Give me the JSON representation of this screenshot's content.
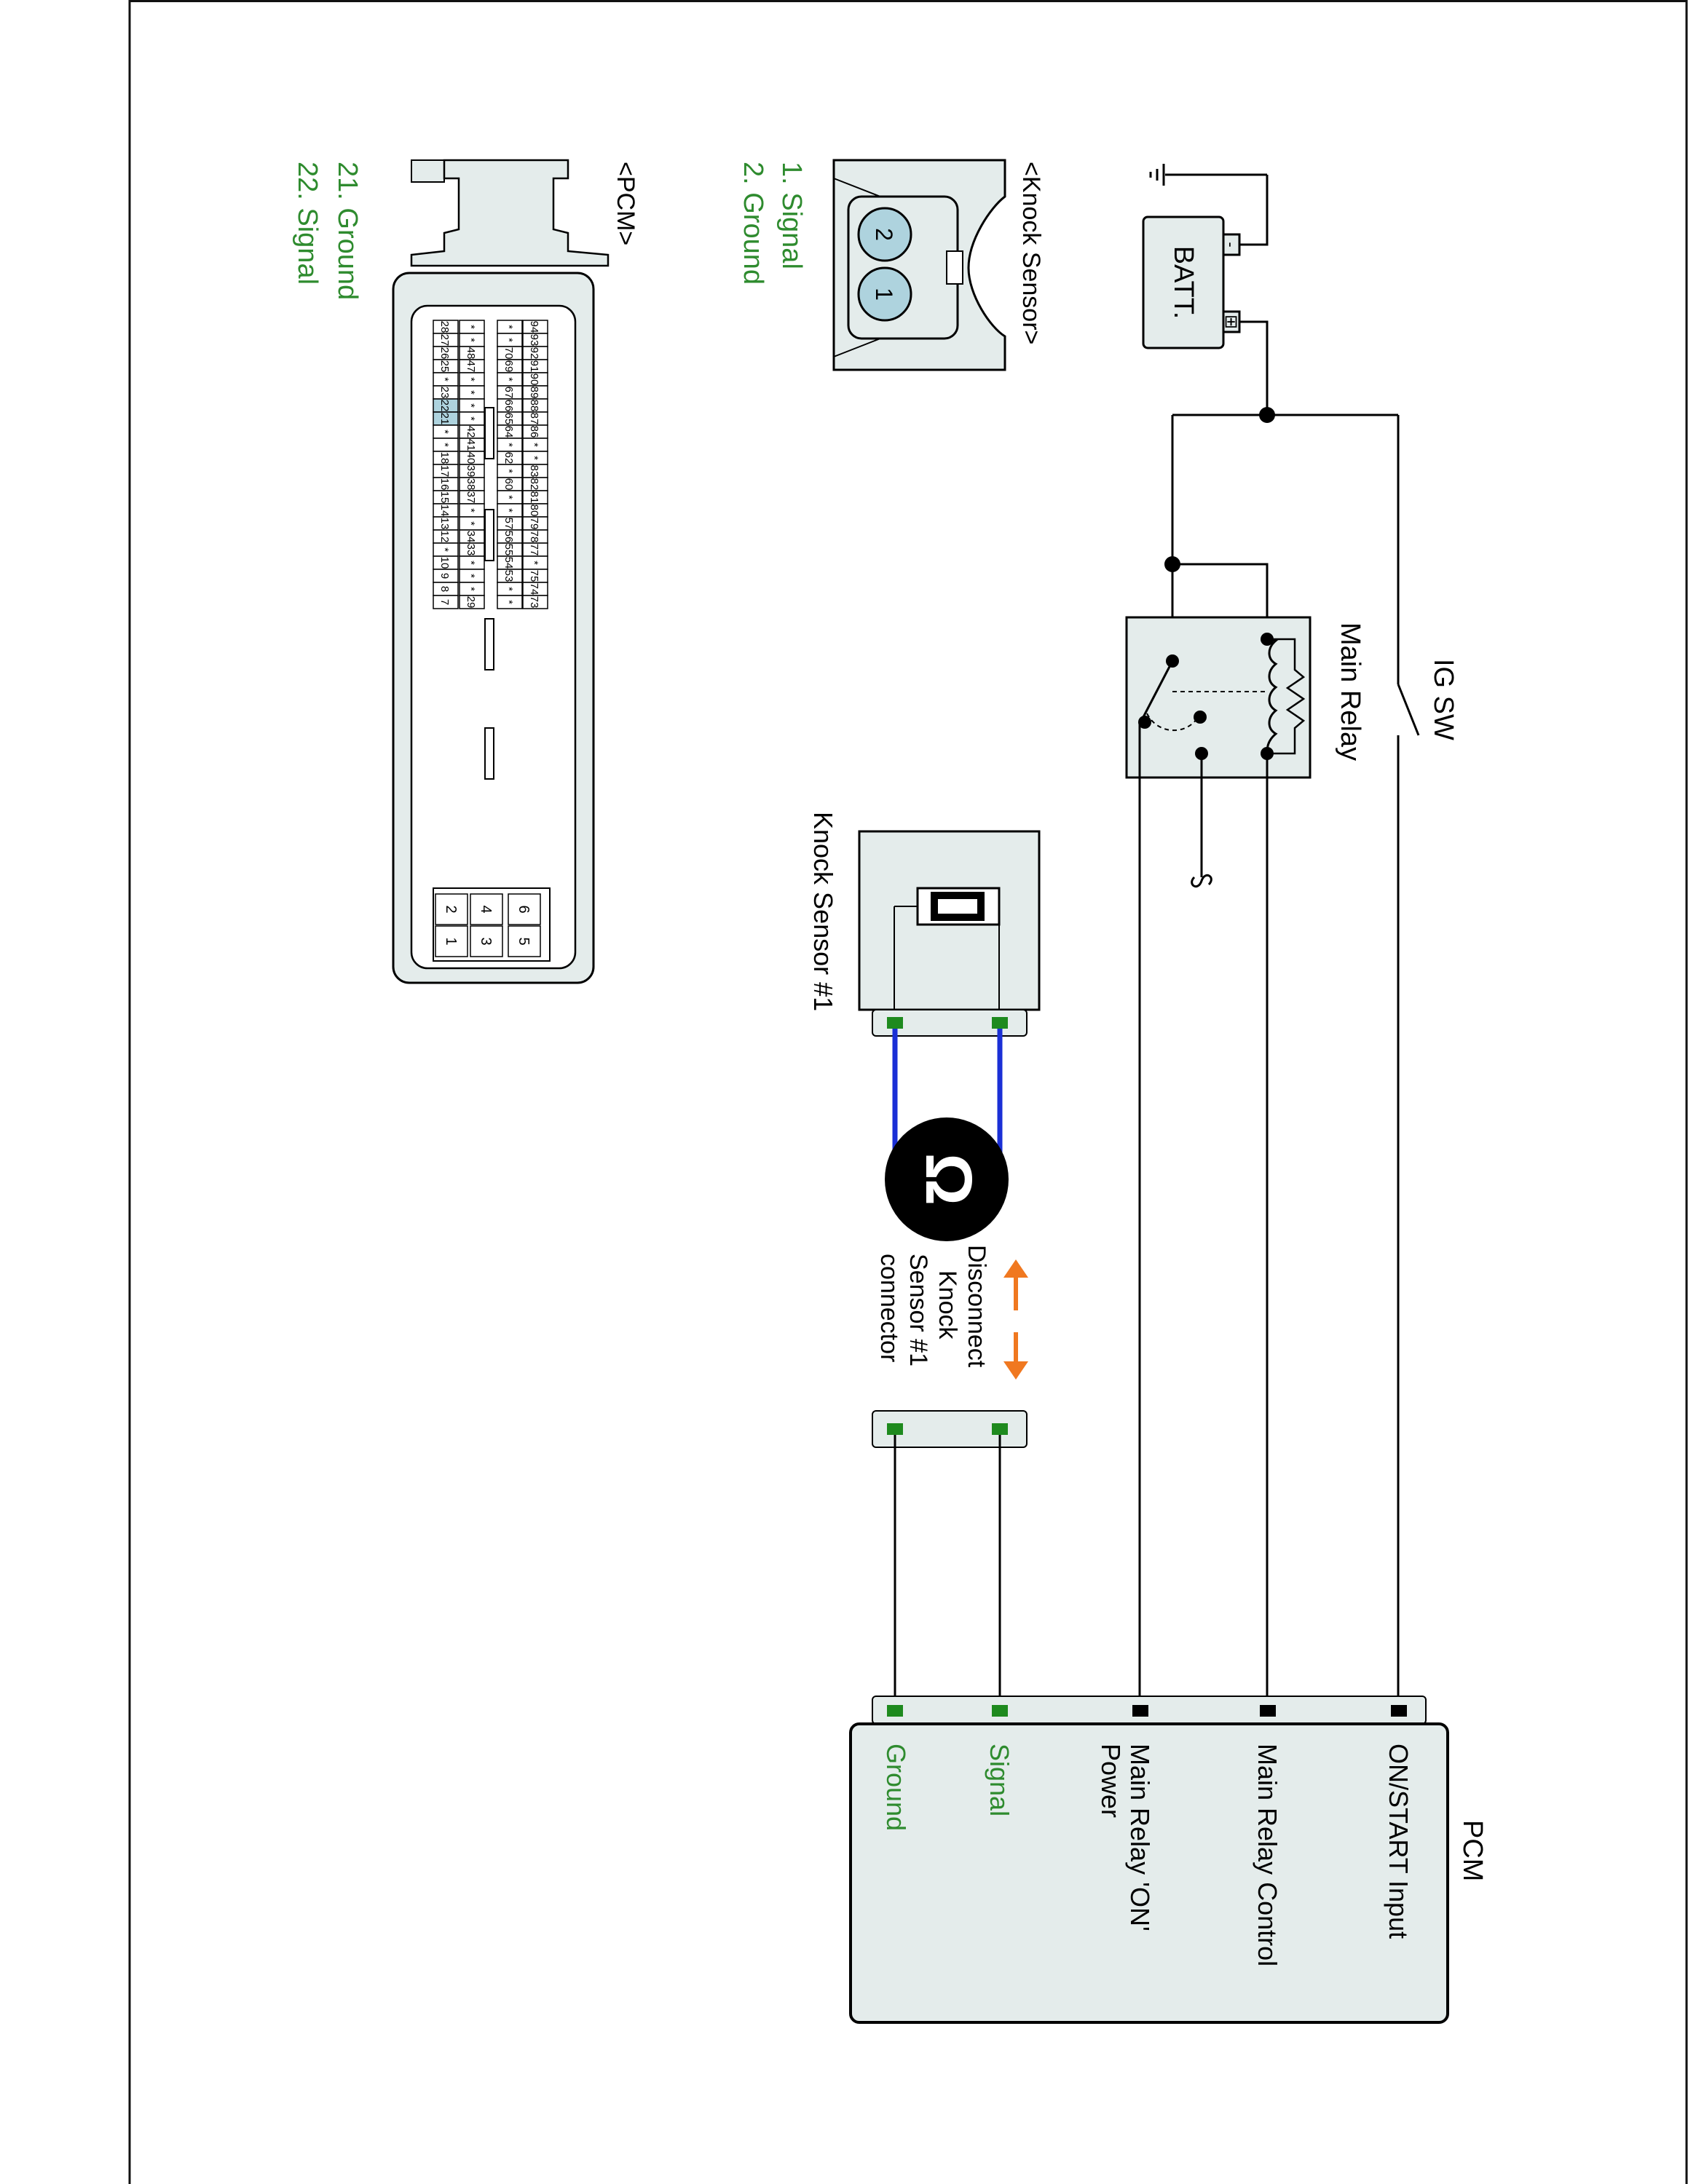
{
  "labels": {
    "ig_sw": "IG SW",
    "main_relay": "Main Relay",
    "batt": "BATT.",
    "batt_minus": "-",
    "batt_plus": "⊞",
    "knock_sensor_connector_title": "<Knock Sensor>",
    "knock_sensor_pin1": "1. Signal",
    "knock_sensor_pin2": "2. Ground",
    "knock_sensor_num": "Knock Sensor #1",
    "disconnect_line1": "Disconnect",
    "disconnect_line2": "Knock",
    "disconnect_line3": "Sensor #1",
    "disconnect_line4": "connector",
    "ohm_symbol": "Ω",
    "pcm_connector_title": "<PCM>",
    "pcm_pin21": "21. Ground",
    "pcm_pin22": "22. Signal",
    "pcm_title": "PCM",
    "pcm_on_start": "ON/START Input",
    "pcm_main_relay_control": "Main Relay Control",
    "pcm_main_relay_on_1": "Main Relay 'ON'",
    "pcm_main_relay_on_2": "Power",
    "pcm_signal": "Signal",
    "pcm_ground": "Ground",
    "pin_1": "1",
    "pin_2": "2"
  },
  "pcm_connector": {
    "row_top": [
      "94",
      "93",
      "92",
      "91",
      "90",
      "89",
      "88",
      "87",
      "86",
      "*",
      "*",
      "83",
      "82",
      "81",
      "80",
      "79",
      "78",
      "77",
      "*",
      "75",
      "74",
      "73"
    ],
    "row_2": [
      "*",
      "*",
      "70",
      "69",
      "*",
      "67",
      "66",
      "65",
      "64",
      "*",
      "62",
      "*",
      "60",
      "*",
      "*",
      "57",
      "56",
      "55",
      "54",
      "53",
      "*",
      "*"
    ],
    "row_3": [
      "*",
      "*",
      "48",
      "47",
      "*",
      "*",
      "*",
      "*",
      "42",
      "41",
      "40",
      "39",
      "38",
      "37",
      "*",
      "*",
      "34",
      "33",
      "*",
      "*",
      "*",
      "29"
    ],
    "row_bottom": [
      "28",
      "27",
      "26",
      "25",
      "*",
      "23",
      "22",
      "21",
      "*",
      "*",
      "18",
      "17",
      "16",
      "15",
      "14",
      "13",
      "12",
      "*",
      "10",
      "9",
      "8",
      "7"
    ],
    "small_pins_top": [
      "6",
      "5"
    ],
    "small_pins_mid": [
      "4",
      "3"
    ],
    "small_pins_bottom": [
      "2",
      "1"
    ],
    "highlighted": [
      "21",
      "22"
    ]
  },
  "colors": {
    "green_text": "#2e8b2e",
    "terminal_green": "#1e8a1e",
    "harness_blue": "#1a2fd6",
    "arrow_orange": "#f07820",
    "box_fill": "#e4eceb",
    "pin_highlight": "#aed3de"
  }
}
